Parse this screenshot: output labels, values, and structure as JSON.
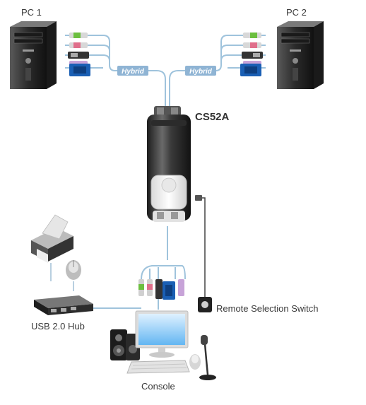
{
  "labels": {
    "pc1": "PC 1",
    "pc2": "PC 2",
    "device": "CS52A",
    "remote": "Remote Selection Switch",
    "hub": "USB 2.0 Hub",
    "console": "Console",
    "cable_left": "Hybrid",
    "cable_right": "Hybrid"
  },
  "colors": {
    "cable": "#9fc3dc",
    "hybrid_tag": "#8fb4d4",
    "connector_green": "#6cbf3f",
    "connector_pink": "#e06f8b",
    "connector_purple": "#c7a3d8",
    "connector_blue": "#1a5fb4",
    "device_body": "#3b3b3b"
  },
  "icons": [
    "tower-pc-icon",
    "kvm-switch-icon",
    "printer-icon",
    "mouse-icon",
    "usb-hub-icon",
    "remote-switch-icon",
    "speakers-icon",
    "monitor-icon",
    "keyboard-icon",
    "microphone-icon"
  ]
}
